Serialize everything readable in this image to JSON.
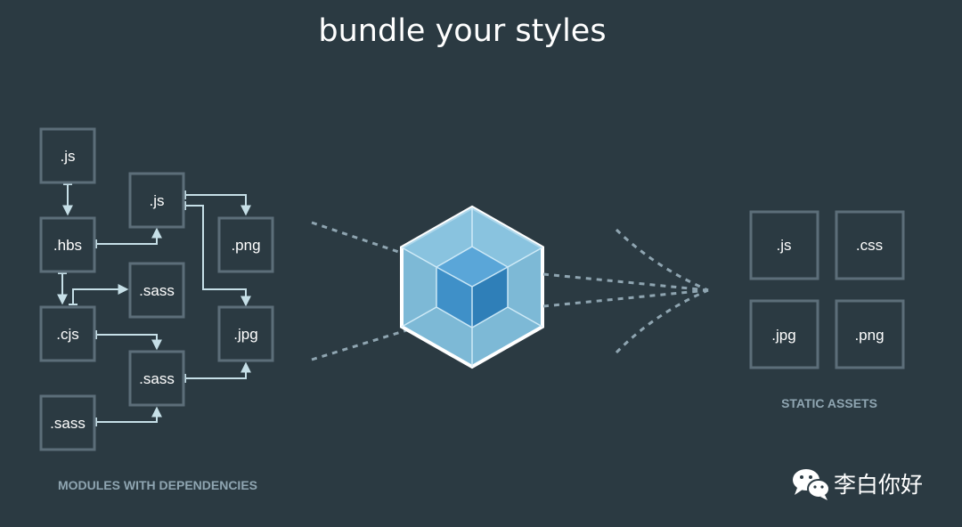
{
  "title": "bundle your styles",
  "modules": {
    "caption": "MODULES WITH DEPENDENCIES",
    "boxes": [
      {
        "id": "js-top",
        "label": ".js"
      },
      {
        "id": "js-mid",
        "label": ".js"
      },
      {
        "id": "hbs",
        "label": ".hbs"
      },
      {
        "id": "png",
        "label": ".png"
      },
      {
        "id": "sass-upper",
        "label": ".sass"
      },
      {
        "id": "cjs",
        "label": ".cjs"
      },
      {
        "id": "jpg",
        "label": ".jpg"
      },
      {
        "id": "sass-middle",
        "label": ".sass"
      },
      {
        "id": "sass-bottom",
        "label": ".sass"
      }
    ]
  },
  "assets": {
    "caption": "STATIC ASSETS",
    "boxes": [
      {
        "id": "asset-js",
        "label": ".js"
      },
      {
        "id": "asset-css",
        "label": ".css"
      },
      {
        "id": "asset-jpg",
        "label": ".jpg"
      },
      {
        "id": "asset-png",
        "label": ".png"
      }
    ]
  },
  "watermark": {
    "text": "李白你好",
    "icon": "wechat-icon"
  },
  "colors": {
    "background": "#2b3a42",
    "box_border": "#5c6e79",
    "box_text": "#ffffff",
    "connector": "#c6dfe7",
    "caption": "#8fa5b1",
    "dashed": "#8fa5b1",
    "cube_outer": "#8ed6fb",
    "cube_inner": "#1c78c0",
    "cube_edge": "#ffffff"
  }
}
